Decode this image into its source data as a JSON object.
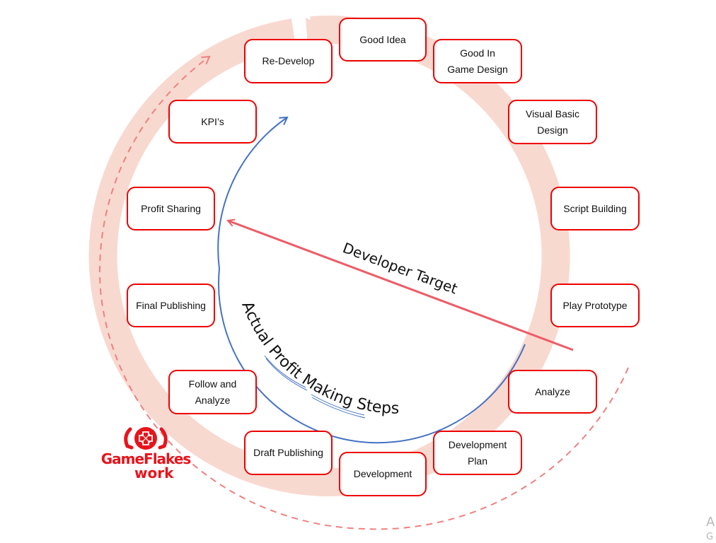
{
  "diagram": {
    "steps": [
      {
        "label": "Good Idea"
      },
      {
        "label": "Good In Game Design"
      },
      {
        "label": "Visual Basic Design"
      },
      {
        "label": "Script Building"
      },
      {
        "label": "Play Prototype"
      },
      {
        "label": "Analyze"
      },
      {
        "label": "Development Plan"
      },
      {
        "label": "Development"
      },
      {
        "label": "Draft Publishing"
      },
      {
        "label": "Follow and Analyze"
      },
      {
        "label": "Final Publishing"
      },
      {
        "label": "Profit Sharing"
      },
      {
        "label": "KPI’s"
      },
      {
        "label": "Re-Develop"
      }
    ],
    "developer_target_label": "Developer Target",
    "actual_steps_label": "Actual Profit Making Steps",
    "colors": {
      "node_border": "#ee0000",
      "ring": "#f8d9d0",
      "target_arrow": "#ee5c68",
      "actual_arrow": "#4472c4",
      "dashed_arrow": "#f08080"
    }
  },
  "logo": {
    "line1": "GameFlakes",
    "line2": "work",
    "icon": "gamepad-icon"
  },
  "watermark": {
    "line1": "A",
    "line2": "G"
  }
}
